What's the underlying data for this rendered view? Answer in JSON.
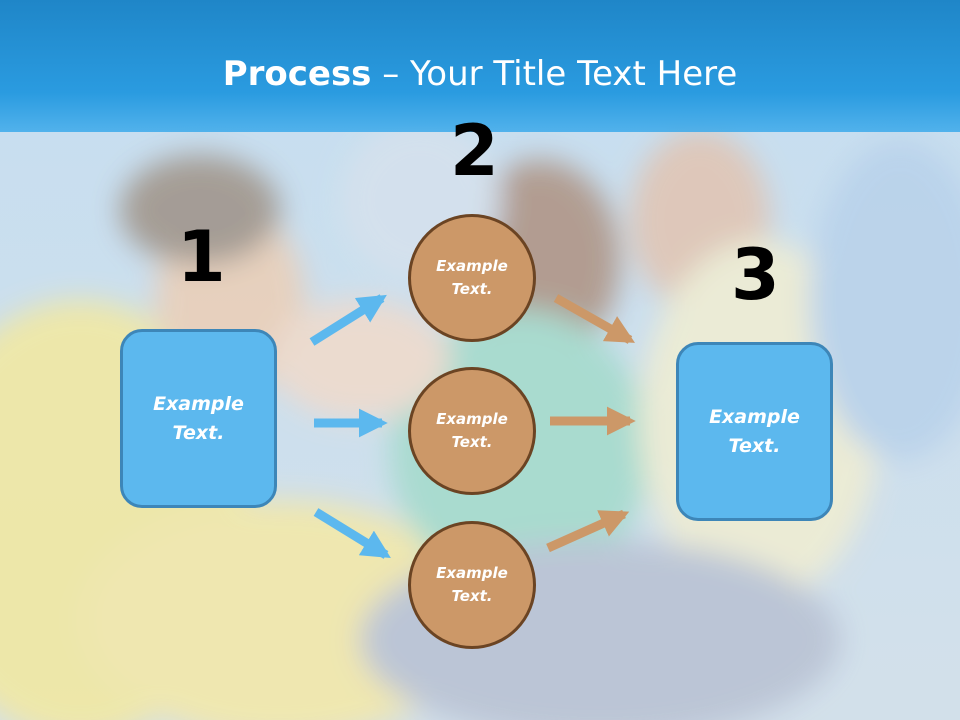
{
  "slide": {
    "title_bold": "Process",
    "title_rest": " – Your Title Text Here"
  },
  "steps": {
    "step1_number": "1",
    "step2_number": "2",
    "step3_number": "3"
  },
  "boxes": {
    "left_text": "Example\nText.",
    "right_text": "Example\nText."
  },
  "circles": [
    {
      "text": "Example\nText."
    },
    {
      "text": "Example\nText."
    },
    {
      "text": "Example\nText."
    }
  ],
  "colors": {
    "header": "#2a9be0",
    "box_fill": "#5cb8ee",
    "box_border": "#3d86b8",
    "circle_fill": "#cc9868",
    "circle_border": "#6b4423",
    "blue_arrow": "#5cb8ee",
    "orange_arrow": "#cc9868"
  }
}
